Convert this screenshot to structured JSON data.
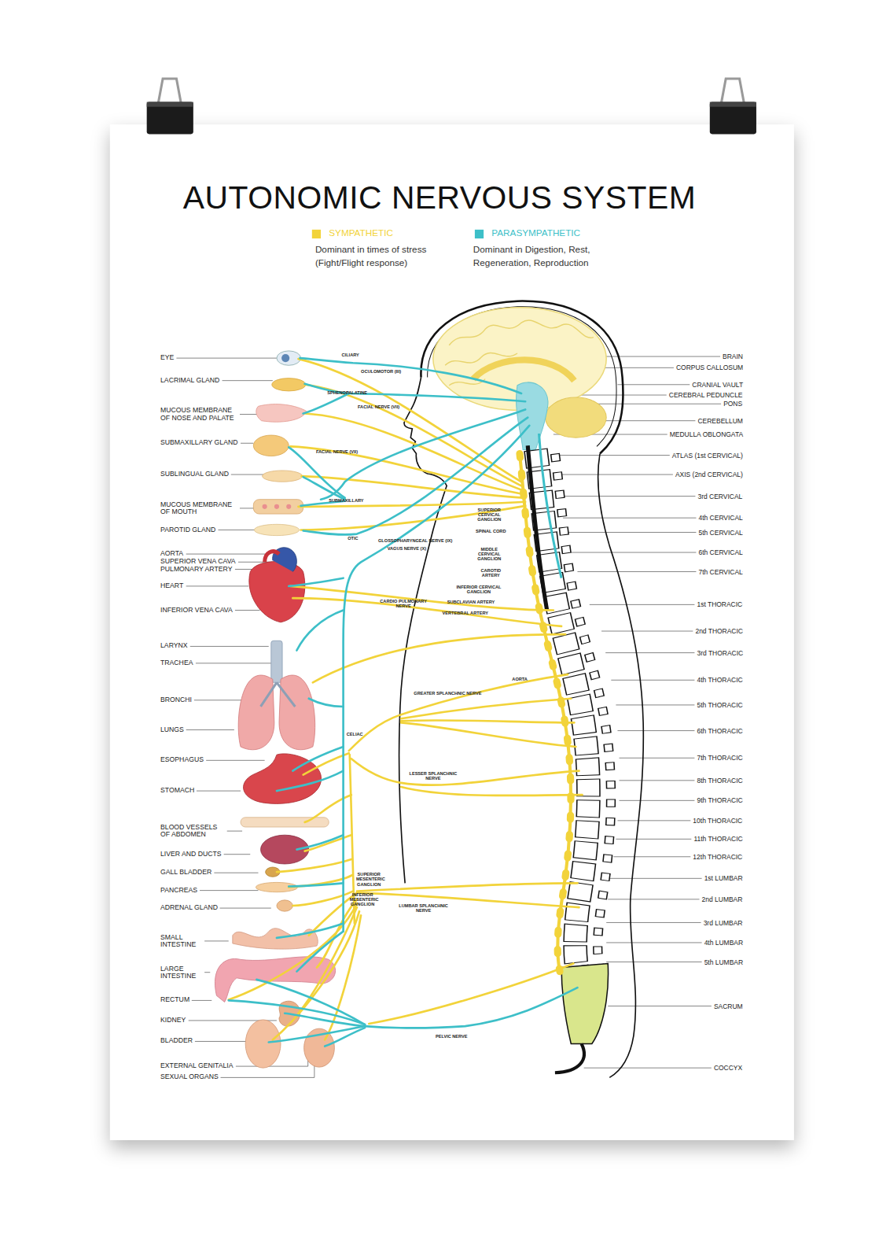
{
  "diagram": {
    "title": "AUTONOMIC NERVOUS SYSTEM",
    "labels": [
      "Dominant in times of stress (Fight/Flight response)",
      "Dominant in Digestion, Rest, Regeneration, Reproduction",
      "EYE",
      "LACRIMAL GLAND",
      "MUCOUS MEMBRANE OF NOSE AND PALATE",
      "SUBMAXILLARY GLAND",
      "SUBLINGUAL GLAND",
      "MUCOUS MEMBRANE OF MOUTH",
      "PAROTID GLAND",
      "AORTA",
      "SUPERIOR VENA CAVA",
      "PULMONARY ARTERY",
      "HEART",
      "INFERIOR VENA CAVA",
      "LARYNX",
      "TRACHEA",
      "BRONCHI",
      "LUNGS",
      "ESOPHAGUS",
      "STOMACH",
      "BLOOD VESSELS OF ABDOMEN",
      "LIVER AND DUCTS",
      "GALL BLADDER",
      "PANCREAS",
      "ADRENAL GLAND",
      "SMALL INTESTINE",
      "LARGE INTESTINE",
      "RECTUM",
      "KIDNEY",
      "BLADDER",
      "EXTERNAL GENITALIA",
      "SEXUAL ORGANS",
      "BRAIN",
      "CORPUS CALLOSUM",
      "CRANIAL VAULT",
      "CEREBRAL PEDUNCLE",
      "PONS",
      "CEREBELLUM",
      "MEDULLA OBLONGATA",
      "ATLAS (1st CERVICAL)",
      "AXIS (2nd CERVICAL)",
      "3rd CERVICAL",
      "4th CERVICAL",
      "5th CERVICAL",
      "6th CERVICAL",
      "7th CERVICAL",
      "1st THORACIC",
      "2nd THORACIC",
      "3rd THORACIC",
      "4th THORACIC",
      "5th THORACIC",
      "6th THORACIC",
      "7th THORACIC",
      "8th THORACIC",
      "9th THORACIC",
      "10th THORACIC",
      "11th THORACIC",
      "12th THORACIC",
      "1st LUMBAR",
      "2nd LUMBAR",
      "3rd LUMBAR",
      "4th LUMBAR",
      "5th LUMBAR",
      "SACRUM",
      "COCCYX",
      "CILIARY",
      "OCULOMOTOR (III)",
      "SPHENOPALATINE",
      "FACIAL NERVE (VII)",
      "FACIAL NERVE (VII)",
      "SUBMAXILLARY",
      "OTIC",
      "GLOSSOPHARYNGEAL NERVE (IX)",
      "VAGUS NERVE (X)",
      "SUPERIOR CERVICAL GANGLION",
      "SPINAL CORD",
      "MIDDLE CERVICAL GANGLION",
      "CAROTID ARTERY",
      "INFERIOR CERVICAL GANGLION",
      "SUBCLAVIAN ARTERY",
      "VERTEBRAL ARTERY",
      "CARDIO PULMONARY NERVE",
      "AORTA",
      "GREATER SPLANCHNIC NERVE",
      "CELIAC",
      "LESSER SPLANCHNIC NERVE",
      "SUPERIOR MESENTERIC GANGLION",
      "INFERIOR MESENTERIC GANGLION",
      "LUMBAR SPLANCHNIC NERVE",
      "PELVIC NERVE"
    ],
    "legend": [
      {
        "text": "SYMPATHETIC",
        "color": "#F2D33A"
      },
      {
        "text": "PARASYMPATHETIC",
        "color": "#3DBFC8"
      }
    ]
  }
}
